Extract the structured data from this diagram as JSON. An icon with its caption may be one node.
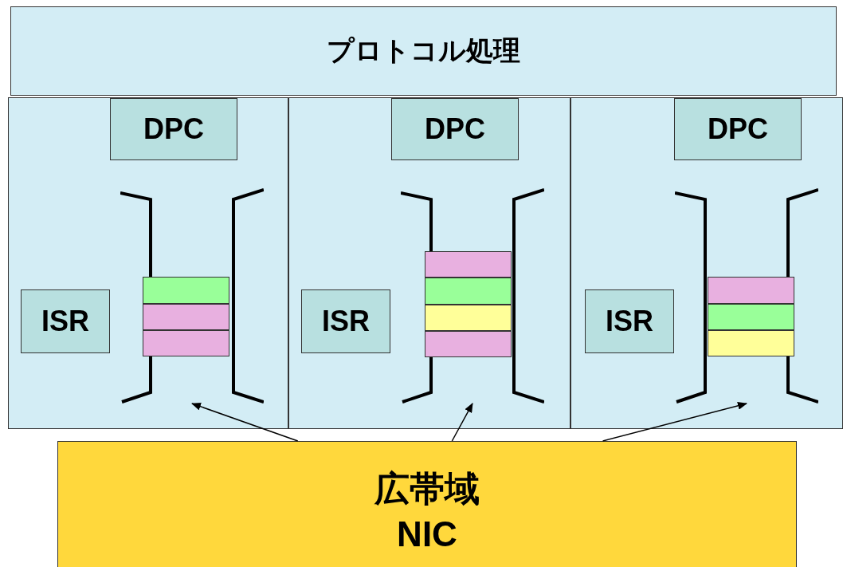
{
  "diagram": {
    "nodes": [
      {
        "text": [
          "プロトコル処理"
        ]
      },
      {
        "text": [],
        "shape": "box"
      },
      {
        "text": [
          "DPC"
        ],
        "in": 1
      },
      {
        "text": [
          "ISR"
        ],
        "in": 1
      },
      {
        "text": [],
        "shape": "bracket",
        "in": 1
      },
      {
        "text": [],
        "shape": "bar",
        "in": 4
      },
      {
        "text": [],
        "shape": "bar",
        "in": 4
      },
      {
        "text": [],
        "shape": "bar",
        "in": 4
      },
      {
        "text": [],
        "shape": "box"
      },
      {
        "text": [
          "DPC"
        ],
        "in": 8
      },
      {
        "text": [
          "ISR"
        ],
        "in": 8
      },
      {
        "text": [],
        "shape": "bracket",
        "in": 8
      },
      {
        "text": [],
        "shape": "bar",
        "in": 11
      },
      {
        "text": [],
        "shape": "bar",
        "in": 11
      },
      {
        "text": [],
        "shape": "bar",
        "in": 11
      },
      {
        "text": [],
        "shape": "bar",
        "in": 11
      },
      {
        "text": [],
        "shape": "box"
      },
      {
        "text": [
          "DPC"
        ],
        "in": 16
      },
      {
        "text": [
          "ISR"
        ],
        "in": 16
      },
      {
        "text": [],
        "shape": "bracket",
        "in": 16
      },
      {
        "text": [],
        "shape": "bar",
        "in": 19
      },
      {
        "text": [],
        "shape": "bar",
        "in": 19
      },
      {
        "text": [],
        "shape": "bar",
        "in": 19
      },
      {
        "text": [
          "広帯域 NIC"
        ]
      }
    ],
    "edges": [
      {
        "from": 23,
        "to": 4,
        "arrow": "to"
      },
      {
        "from": 23,
        "to": 11,
        "arrow": "to"
      },
      {
        "from": 23,
        "to": 19,
        "arrow": "to"
      }
    ]
  }
}
